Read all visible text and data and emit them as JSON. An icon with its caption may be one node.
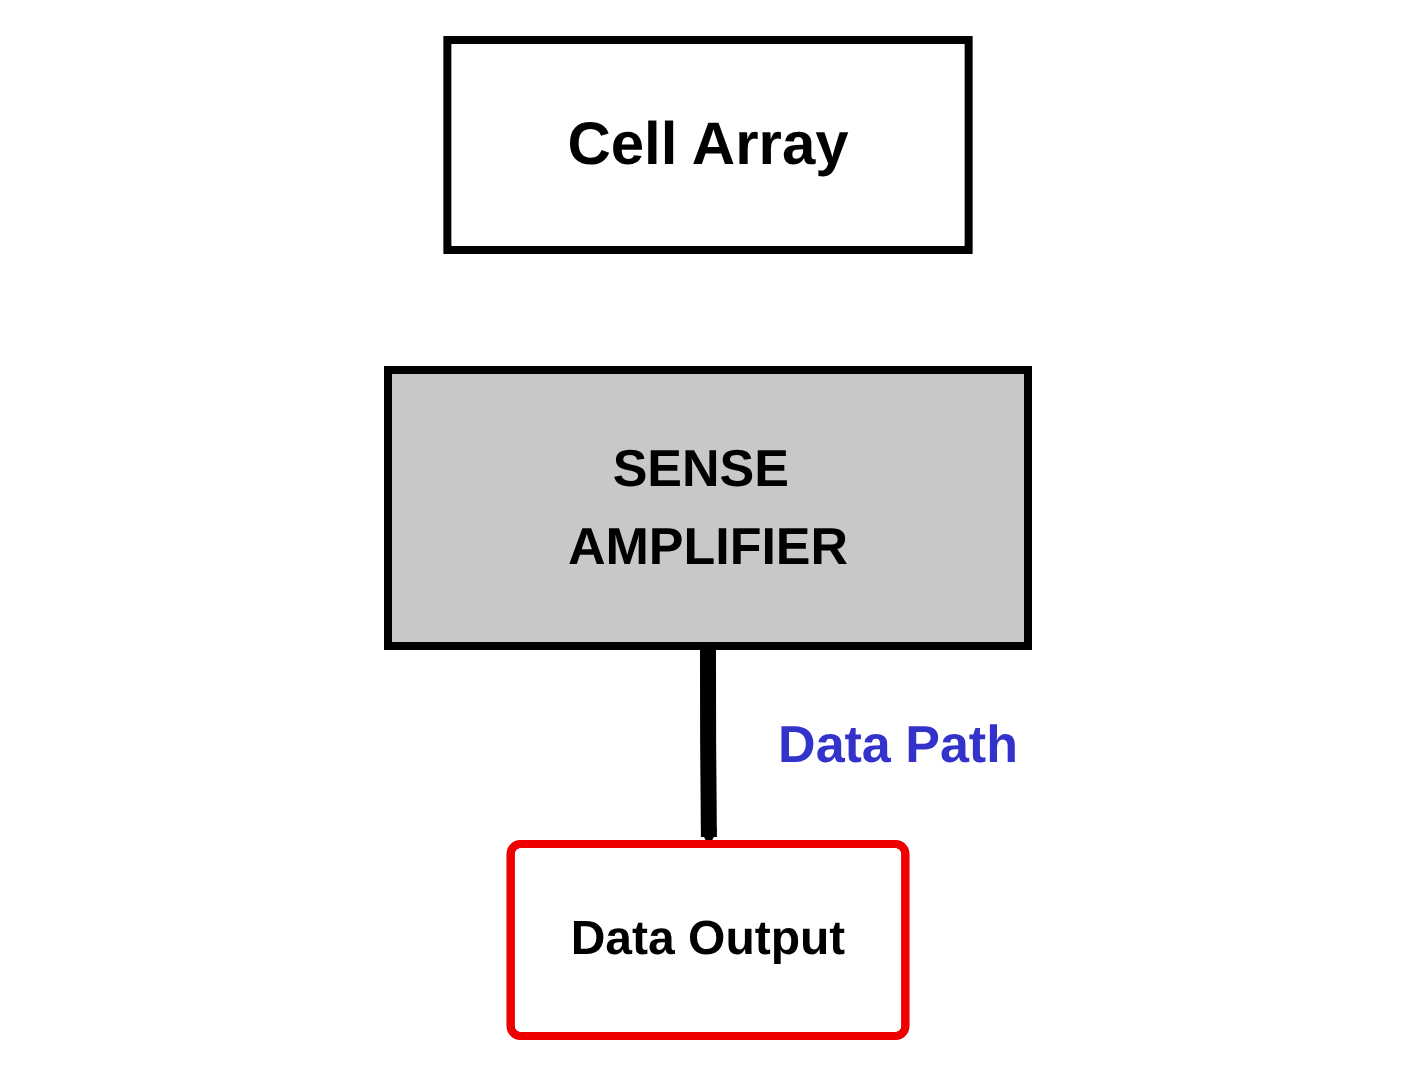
{
  "diagram": {
    "nodes": [
      {
        "text": [
          "Cell Array"
        ]
      },
      {
        "text": [
          "SENSE AMPLIFIER"
        ]
      },
      {
        "text": [
          "Data Output"
        ]
      }
    ],
    "edges": [
      {
        "from": 1,
        "to": 2,
        "arrow": "to",
        "label": "Data Path"
      }
    ]
  }
}
